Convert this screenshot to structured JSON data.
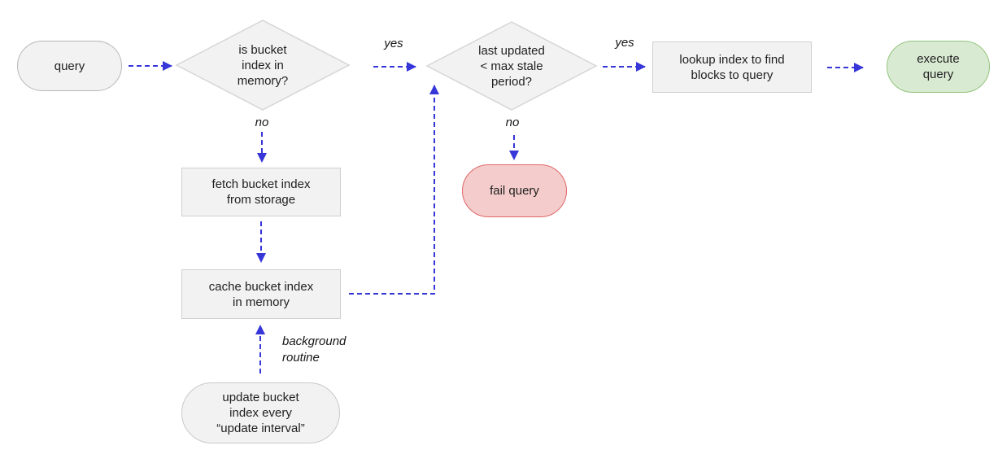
{
  "diagram": {
    "type": "flowchart",
    "colors": {
      "edge_blue": "#3636d9",
      "node_fill_gray": "#f2f2f2",
      "node_border_gray": "#b7b7b7",
      "success_fill": "#d9ead3",
      "success_border": "#93c47d",
      "fail_fill": "#f4cccc",
      "fail_border": "#e06666"
    },
    "nodes": {
      "query": {
        "label": "query",
        "shape": "stadium"
      },
      "index_in_memory": {
        "label": "is bucket\nindex in\nmemory?",
        "shape": "diamond"
      },
      "stale_check": {
        "label": "last updated\n< max stale\nperiod?",
        "shape": "diamond"
      },
      "fetch_index": {
        "label": "fetch bucket index\nfrom storage",
        "shape": "rect"
      },
      "cache_index": {
        "label": "cache bucket index\nin memory",
        "shape": "rect"
      },
      "lookup_index": {
        "label": "lookup index to find\nblocks to query",
        "shape": "rect"
      },
      "execute_query": {
        "label": "execute\nquery",
        "shape": "stadium"
      },
      "fail_query": {
        "label": "fail query",
        "shape": "stadium"
      },
      "update_index": {
        "label": "update bucket\nindex every\n“update interval”",
        "shape": "stadium"
      }
    },
    "edge_labels": {
      "memory_yes": "yes",
      "memory_no": "no",
      "stale_yes": "yes",
      "stale_no": "no",
      "background_routine": "background\nroutine"
    }
  }
}
